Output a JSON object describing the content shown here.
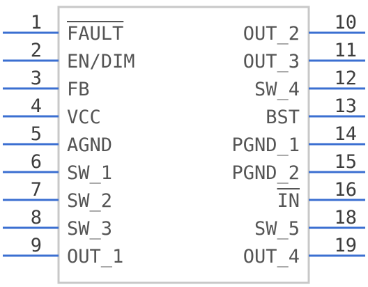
{
  "colors": {
    "body_stroke": "#c8c8c8",
    "pin_line": "#3b6fd1",
    "text": "#555555",
    "number": "#3d3d3d"
  },
  "left_pins": [
    {
      "number": "1",
      "name": "FAULT",
      "overbar": true
    },
    {
      "number": "2",
      "name": "EN/DIM",
      "overbar": false
    },
    {
      "number": "3",
      "name": "FB",
      "overbar": false
    },
    {
      "number": "4",
      "name": "VCC",
      "overbar": false
    },
    {
      "number": "5",
      "name": "AGND",
      "overbar": false
    },
    {
      "number": "6",
      "name": "SW_1",
      "overbar": false
    },
    {
      "number": "7",
      "name": "SW_2",
      "overbar": false
    },
    {
      "number": "8",
      "name": "SW_3",
      "overbar": false
    },
    {
      "number": "9",
      "name": "OUT_1",
      "overbar": false
    }
  ],
  "right_pins": [
    {
      "number": "10",
      "name": "OUT_2",
      "overbar": false
    },
    {
      "number": "11",
      "name": "OUT_3",
      "overbar": false
    },
    {
      "number": "12",
      "name": "SW_4",
      "overbar": false
    },
    {
      "number": "13",
      "name": "BST",
      "overbar": false
    },
    {
      "number": "14",
      "name": "PGND_1",
      "overbar": false
    },
    {
      "number": "15",
      "name": "PGND_2",
      "overbar": false
    },
    {
      "number": "16",
      "name": "IN",
      "overbar": true
    },
    {
      "number": "18",
      "name": "SW_5",
      "overbar": false
    },
    {
      "number": "19",
      "name": "OUT_4",
      "overbar": false
    }
  ]
}
